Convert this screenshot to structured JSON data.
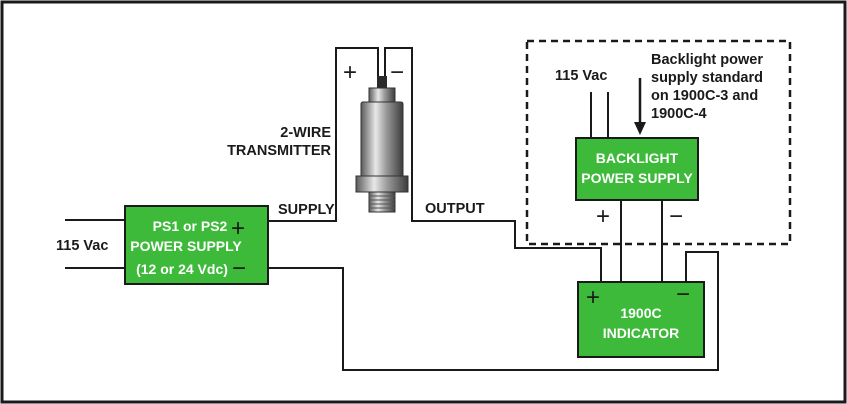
{
  "diagram": {
    "transmitter_label": [
      "2-WIRE",
      "TRANSMITTER"
    ],
    "transmitter_plus": "+",
    "transmitter_minus": "−",
    "supply_label": "SUPPLY",
    "output_label": "OUTPUT",
    "left_ac_label": "115 Vac",
    "backlight_ac_label": "115 Vac",
    "power_supply_box": {
      "lines": [
        "PS1 or PS2",
        "POWER SUPPLY",
        "(12 or 24 Vdc)"
      ],
      "plus": "+",
      "minus": "−"
    },
    "backlight_box": {
      "lines": [
        "BACKLIGHT",
        "POWER SUPPLY"
      ],
      "plus": "+",
      "minus": "−"
    },
    "indicator_box": {
      "lines": [
        "1900C",
        "INDICATOR"
      ],
      "plus": "+",
      "minus": "−"
    },
    "backlight_note": [
      "Backlight power",
      "supply standard",
      "on 1900C-3 and",
      "1900C-4"
    ]
  },
  "colors": {
    "box_green": "#3dba3a",
    "line": "#1a1a1a"
  }
}
